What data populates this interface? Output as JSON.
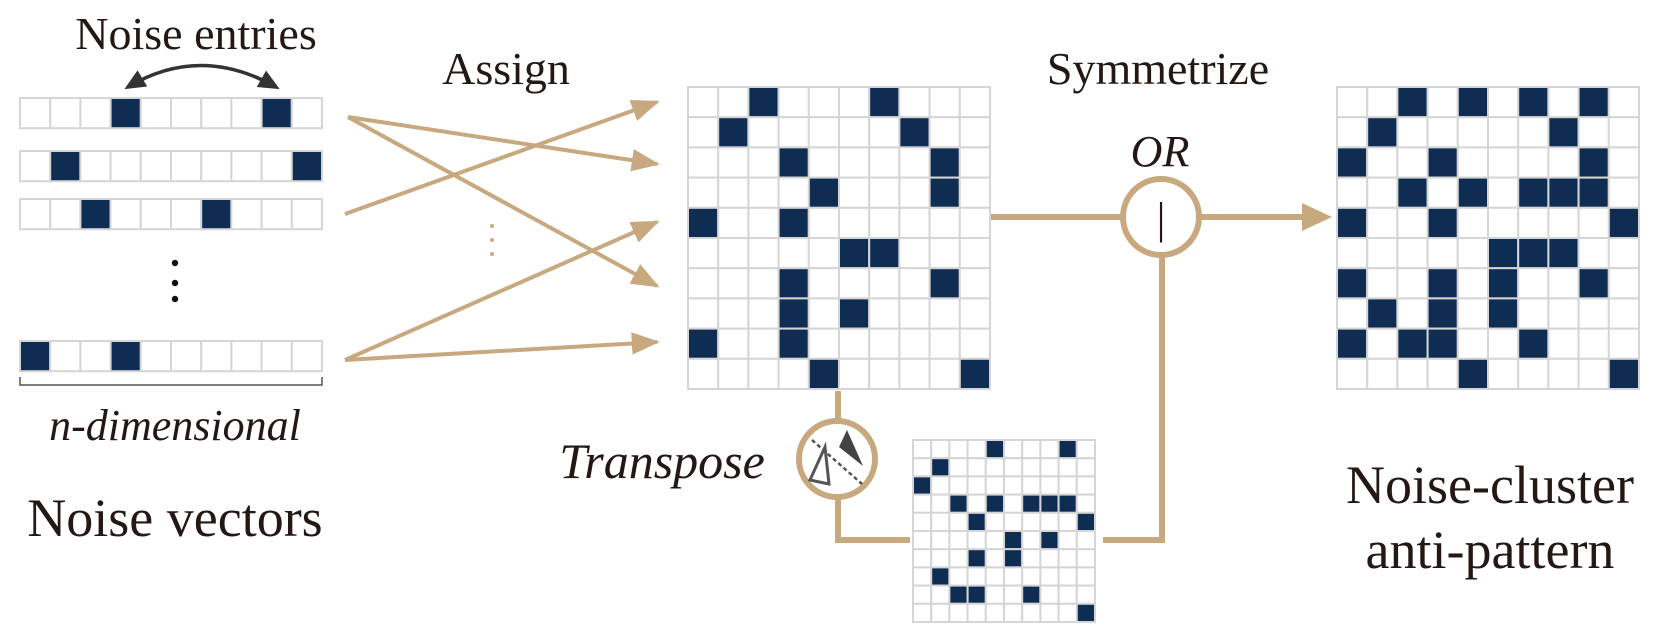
{
  "labels": {
    "noise_entries": "Noise entries",
    "assign": "Assign",
    "symmetrize": "Symmetrize",
    "or": "OR",
    "or_symbol": "|",
    "n_dimensional": "n-dimensional",
    "noise_vectors": "Noise vectors",
    "transpose": "Transpose",
    "result_line1": "Noise-cluster",
    "result_line2": "anti-pattern"
  },
  "colors": {
    "cell_fill": "#0f2d52",
    "grid_line": "#d5d5d5",
    "connector": "#c8a87e",
    "text": "#231815"
  },
  "icons": [
    "transpose-icon",
    "or-symbol",
    "double-arrow-icon",
    "vertical-ellipsis"
  ],
  "noise_vectors": {
    "length": 10,
    "filled": [
      [
        3,
        8
      ],
      [
        1,
        9
      ],
      [
        2,
        6
      ],
      [
        0,
        3
      ]
    ]
  },
  "assigned_matrix": {
    "size": 10,
    "filled": [
      [
        0,
        2
      ],
      [
        0,
        6
      ],
      [
        1,
        1
      ],
      [
        1,
        7
      ],
      [
        2,
        3
      ],
      [
        2,
        8
      ],
      [
        3,
        4
      ],
      [
        3,
        8
      ],
      [
        4,
        0
      ],
      [
        4,
        3
      ],
      [
        5,
        5
      ],
      [
        5,
        6
      ],
      [
        6,
        3
      ],
      [
        6,
        8
      ],
      [
        7,
        3
      ],
      [
        7,
        5
      ],
      [
        8,
        0
      ],
      [
        8,
        3
      ],
      [
        9,
        4
      ],
      [
        9,
        9
      ]
    ]
  },
  "symmetric_matrix": {
    "size": 10,
    "filled": [
      [
        0,
        2
      ],
      [
        0,
        4
      ],
      [
        0,
        6
      ],
      [
        0,
        8
      ],
      [
        1,
        1
      ],
      [
        1,
        7
      ],
      [
        2,
        0
      ],
      [
        2,
        3
      ],
      [
        2,
        8
      ],
      [
        3,
        2
      ],
      [
        3,
        4
      ],
      [
        3,
        6
      ],
      [
        3,
        7
      ],
      [
        3,
        8
      ],
      [
        4,
        0
      ],
      [
        4,
        3
      ],
      [
        4,
        9
      ],
      [
        5,
        5
      ],
      [
        5,
        6
      ],
      [
        5,
        7
      ],
      [
        6,
        0
      ],
      [
        6,
        3
      ],
      [
        6,
        5
      ],
      [
        6,
        8
      ],
      [
        7,
        1
      ],
      [
        7,
        3
      ],
      [
        7,
        5
      ],
      [
        8,
        0
      ],
      [
        8,
        2
      ],
      [
        8,
        3
      ],
      [
        8,
        6
      ],
      [
        9,
        4
      ],
      [
        9,
        9
      ]
    ]
  },
  "transposed_matrix": {
    "size": 10,
    "filled": [
      [
        0,
        4
      ],
      [
        0,
        8
      ],
      [
        1,
        1
      ],
      [
        2,
        0
      ],
      [
        3,
        2
      ],
      [
        3,
        4
      ],
      [
        3,
        6
      ],
      [
        3,
        7
      ],
      [
        3,
        8
      ],
      [
        4,
        3
      ],
      [
        4,
        9
      ],
      [
        5,
        5
      ],
      [
        5,
        7
      ],
      [
        6,
        3
      ],
      [
        6,
        5
      ],
      [
        7,
        1
      ],
      [
        8,
        2
      ],
      [
        8,
        3
      ],
      [
        8,
        6
      ],
      [
        9,
        9
      ]
    ]
  }
}
